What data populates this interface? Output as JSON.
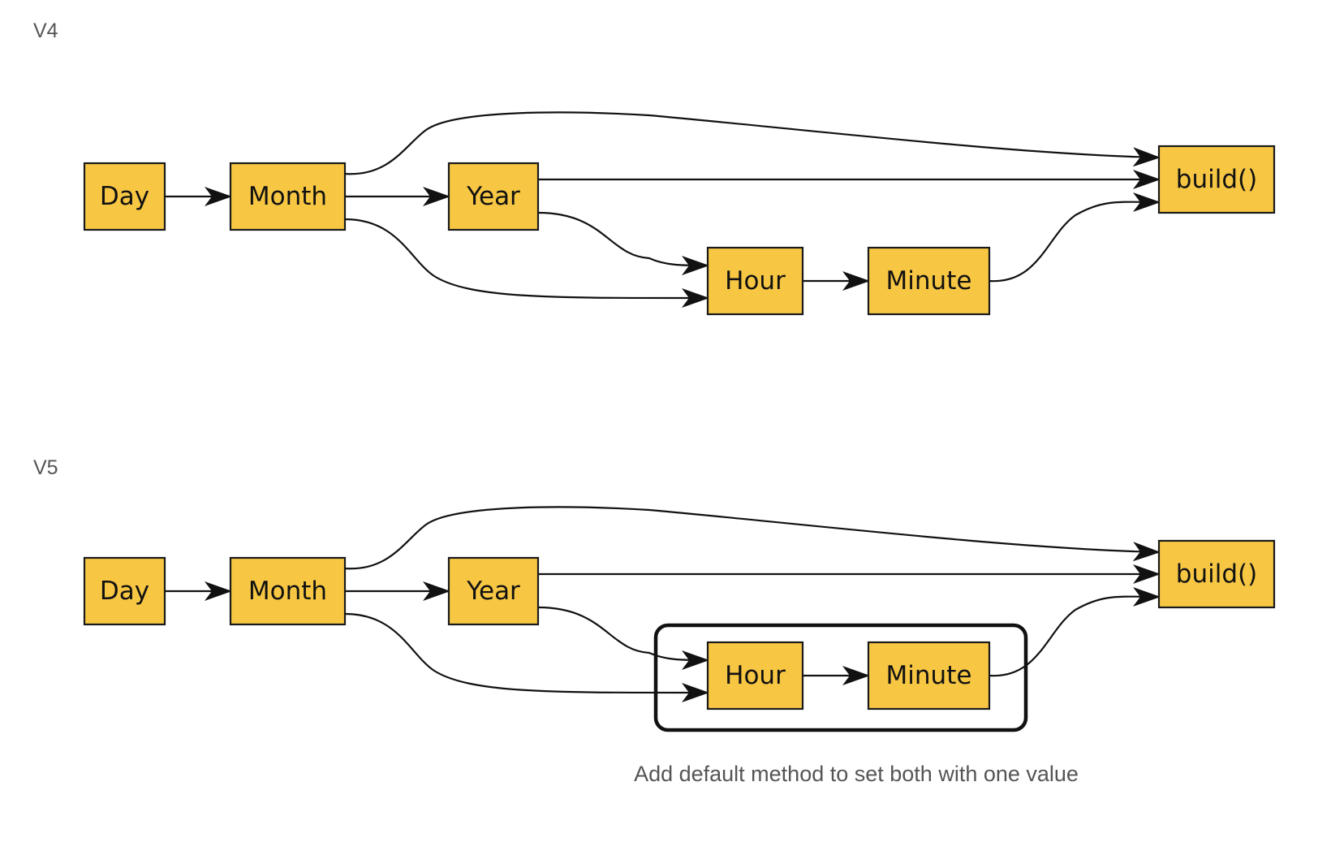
{
  "diagrams": [
    {
      "id": "v4",
      "label": "V4",
      "nodes": {
        "day": "Day",
        "month": "Month",
        "year": "Year",
        "hour": "Hour",
        "minute": "Minute",
        "build": "build()"
      }
    },
    {
      "id": "v5",
      "label": "V5",
      "nodes": {
        "day": "Day",
        "month": "Month",
        "year": "Year",
        "hour": "Hour",
        "minute": "Minute",
        "build": "build()"
      },
      "group_note": "Add default method to set both with one value"
    }
  ],
  "edges": [
    [
      "day",
      "month"
    ],
    [
      "month",
      "year"
    ],
    [
      "month",
      "build"
    ],
    [
      "month",
      "hour"
    ],
    [
      "year",
      "build"
    ],
    [
      "year",
      "hour"
    ],
    [
      "hour",
      "minute"
    ],
    [
      "minute",
      "build"
    ]
  ]
}
